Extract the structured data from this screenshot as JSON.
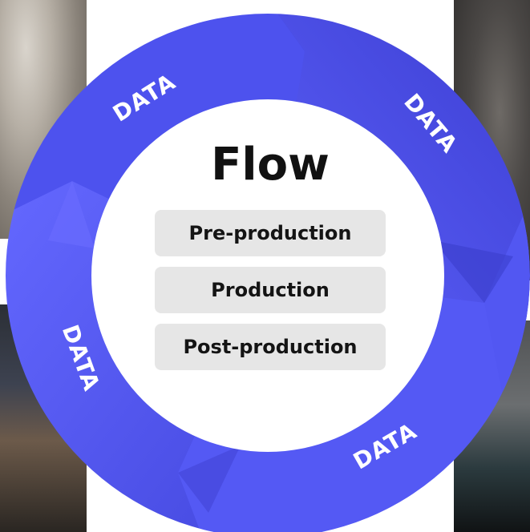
{
  "diagram": {
    "title": "Flow",
    "stages": [
      "Pre-production",
      "Production",
      "Post-production"
    ],
    "cycle_labels": [
      "DATA",
      "DATA",
      "DATA",
      "DATA"
    ],
    "colors": {
      "ring_primary": "#5257f2",
      "ring_dark": "#3d3fd6",
      "ring_light": "#6a6dff",
      "stage_bg": "#e6e6e6",
      "title_text": "#111111"
    }
  }
}
